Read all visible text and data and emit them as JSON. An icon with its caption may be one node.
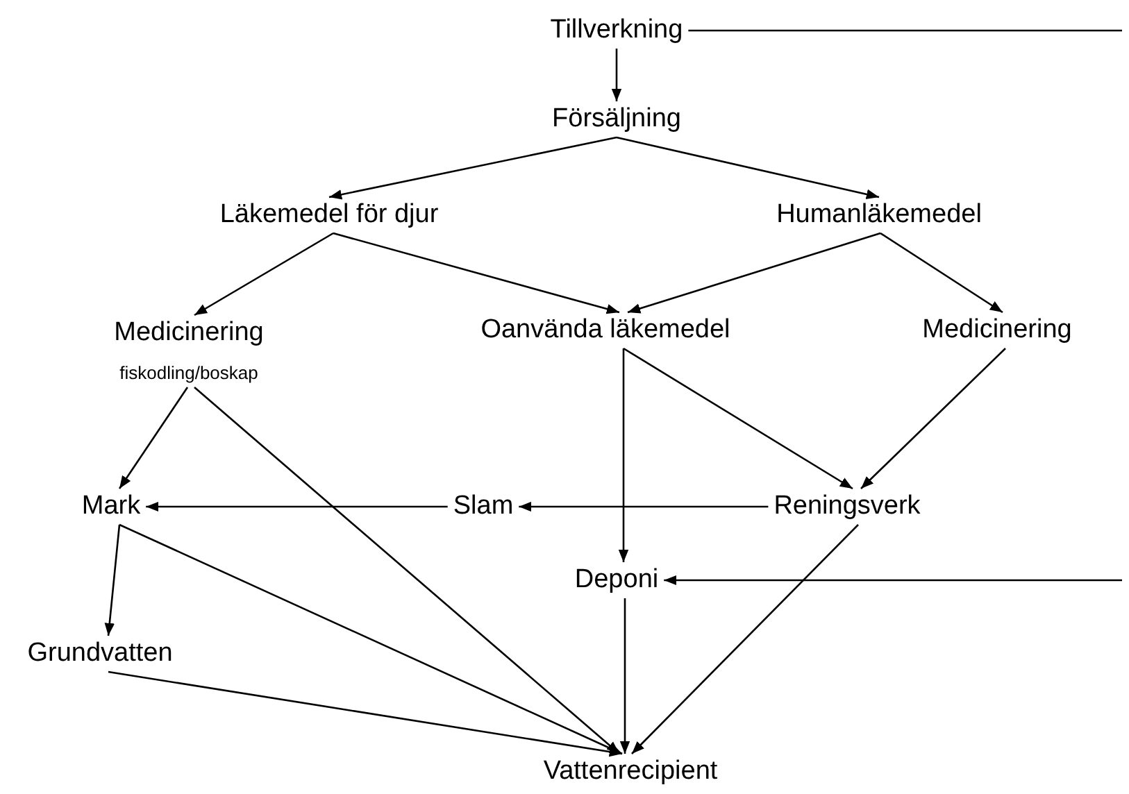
{
  "diagram": {
    "nodes": [
      {
        "text": [
          "Tillverkning"
        ]
      },
      {
        "text": [
          "Försäljning"
        ]
      },
      {
        "text": [
          "Läkemedel för djur"
        ]
      },
      {
        "text": [
          "Humanläkemedel"
        ]
      },
      {
        "text": [
          "Medicinering",
          "fiskodling/boskap"
        ]
      },
      {
        "text": [
          "Oanvända läkemedel"
        ]
      },
      {
        "text": [
          "Medicinering"
        ]
      },
      {
        "text": [
          "Mark"
        ]
      },
      {
        "text": [
          "Slam"
        ]
      },
      {
        "text": [
          "Reningsverk"
        ]
      },
      {
        "text": [
          "Deponi"
        ]
      },
      {
        "text": [
          "Grundvatten"
        ]
      },
      {
        "text": [
          "Vattenrecipient"
        ]
      }
    ],
    "edges": [
      {
        "from": 0,
        "to": 1,
        "arrow": "to"
      },
      {
        "from": 1,
        "to": 2,
        "arrow": "to"
      },
      {
        "from": 1,
        "to": 3,
        "arrow": "to"
      },
      {
        "from": 2,
        "to": 4,
        "arrow": "to"
      },
      {
        "from": 2,
        "to": 5,
        "arrow": "to"
      },
      {
        "from": 3,
        "to": 5,
        "arrow": "to"
      },
      {
        "from": 3,
        "to": 6,
        "arrow": "to"
      },
      {
        "from": 4,
        "to": 7,
        "arrow": "to"
      },
      {
        "from": 4,
        "to": 12,
        "arrow": "to"
      },
      {
        "from": 5,
        "to": 10,
        "arrow": "to"
      },
      {
        "from": 5,
        "to": 9,
        "arrow": "to"
      },
      {
        "from": 6,
        "to": 9,
        "arrow": "to"
      },
      {
        "from": 9,
        "to": 8,
        "arrow": "to"
      },
      {
        "from": 8,
        "to": 7,
        "arrow": "to"
      },
      {
        "from": 7,
        "to": 11,
        "arrow": "to"
      },
      {
        "from": 7,
        "to": 12,
        "arrow": "to"
      },
      {
        "from": 11,
        "to": 12,
        "arrow": "to"
      },
      {
        "from": 9,
        "to": 12,
        "arrow": "to"
      },
      {
        "from": 10,
        "to": 12,
        "arrow": "to"
      },
      {
        "from": 0,
        "to": null,
        "arrow": "none"
      },
      {
        "from": null,
        "to": 10,
        "arrow": "to"
      }
    ]
  }
}
